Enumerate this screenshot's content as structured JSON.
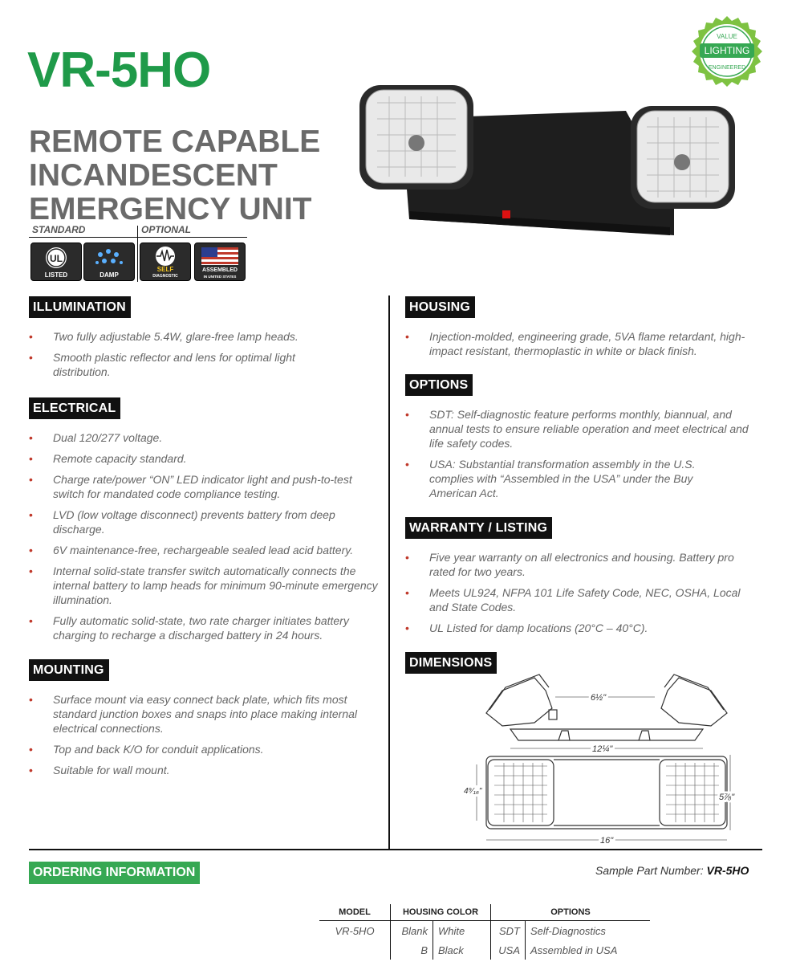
{
  "header": {
    "model": "VR-5HO",
    "subtitle_lines": [
      "REMOTE CAPABLE",
      "INCANDESCENT",
      "EMERGENCY UNIT"
    ]
  },
  "seal": {
    "top": "VALUE",
    "middle": "LIGHTING",
    "bottom": "ENGINEERED"
  },
  "badges": {
    "standard_label": "STANDARD",
    "optional_label": "OPTIONAL",
    "items": [
      {
        "icon": "ul-listed-icon",
        "caption": "LISTED"
      },
      {
        "icon": "damp-icon",
        "caption": "DAMP"
      },
      {
        "icon": "self-diagnostic-icon",
        "caption": "SELF",
        "sub": "DIAGNOSTIC"
      },
      {
        "icon": "usa-flag-icon",
        "caption": "ASSEMBLED",
        "sub": "IN UNITED STATES"
      }
    ]
  },
  "sections": {
    "illumination": {
      "title": "ILLUMINATION",
      "items": [
        "Two fully adjustable 5.4W, glare-free lamp heads.",
        "Smooth plastic reflector and lens for optimal light distribution."
      ]
    },
    "electrical": {
      "title": "ELECTRICAL",
      "items": [
        "Dual 120/277 voltage.",
        "Remote capacity standard.",
        "Charge rate/power “ON” LED indicator light and push-to-test switch for mandated code compliance testing.",
        "LVD (low voltage disconnect) prevents battery from deep discharge.",
        "6V maintenance-free, rechargeable sealed lead acid battery.",
        "Internal solid-state transfer switch automatically connects the internal battery to lamp heads for minimum 90-minute emergency illumination.",
        "Fully automatic solid-state, two rate charger initiates battery charging to recharge a discharged battery in 24 hours."
      ]
    },
    "mounting": {
      "title": "MOUNTING",
      "items": [
        "Surface mount via easy connect back plate, which fits most standard junction boxes and snaps into place making internal electrical connections.",
        "Top and back K/O for conduit applications.",
        "Suitable for wall mount."
      ]
    },
    "housing": {
      "title": "HOUSING",
      "items": [
        "Injection-molded, engineering grade, 5VA flame retardant, high-impact resistant, thermoplastic in white or black finish."
      ]
    },
    "options": {
      "title": "OPTIONS",
      "items": [
        "SDT: Self-diagnostic feature performs monthly, biannual, and annual tests to ensure reliable operation and meet electrical and life safety codes.",
        "USA: Substantial transformation assembly in the U.S. complies with “Assembled in the USA” under the Buy American Act."
      ]
    },
    "warranty": {
      "title": "WARRANTY / LISTING",
      "items": [
        "Five year warranty on all electronics and housing. Battery pro rated for two years.",
        "Meets UL924, NFPA 101 Life Safety Code, NEC, OSHA, Local and State Codes.",
        "UL Listed for damp locations (20°C – 40°C)."
      ]
    },
    "dimensions": {
      "title": "DIMENSIONS",
      "labels": {
        "top_span": "6½\"",
        "width_body": "12¼\"",
        "height_left": "4⁹⁄₁₆\"",
        "height_right": "5⅞\"",
        "overall": "16\""
      }
    }
  },
  "ordering": {
    "title": "ORDERING INFORMATION",
    "sample_label": "Sample Part Number:",
    "sample_value": "VR-5HO",
    "headers": {
      "model": "MODEL",
      "housing": "HOUSING COLOR",
      "options": "OPTIONS"
    },
    "rows": [
      {
        "model": "VR-5HO",
        "hcode": "Blank",
        "hname": "White",
        "ocode": "SDT",
        "oname": "Self-Diagnostics"
      },
      {
        "model": "",
        "hcode": "B",
        "hname": "Black",
        "ocode": "USA",
        "oname": "Assembled in USA"
      }
    ]
  }
}
